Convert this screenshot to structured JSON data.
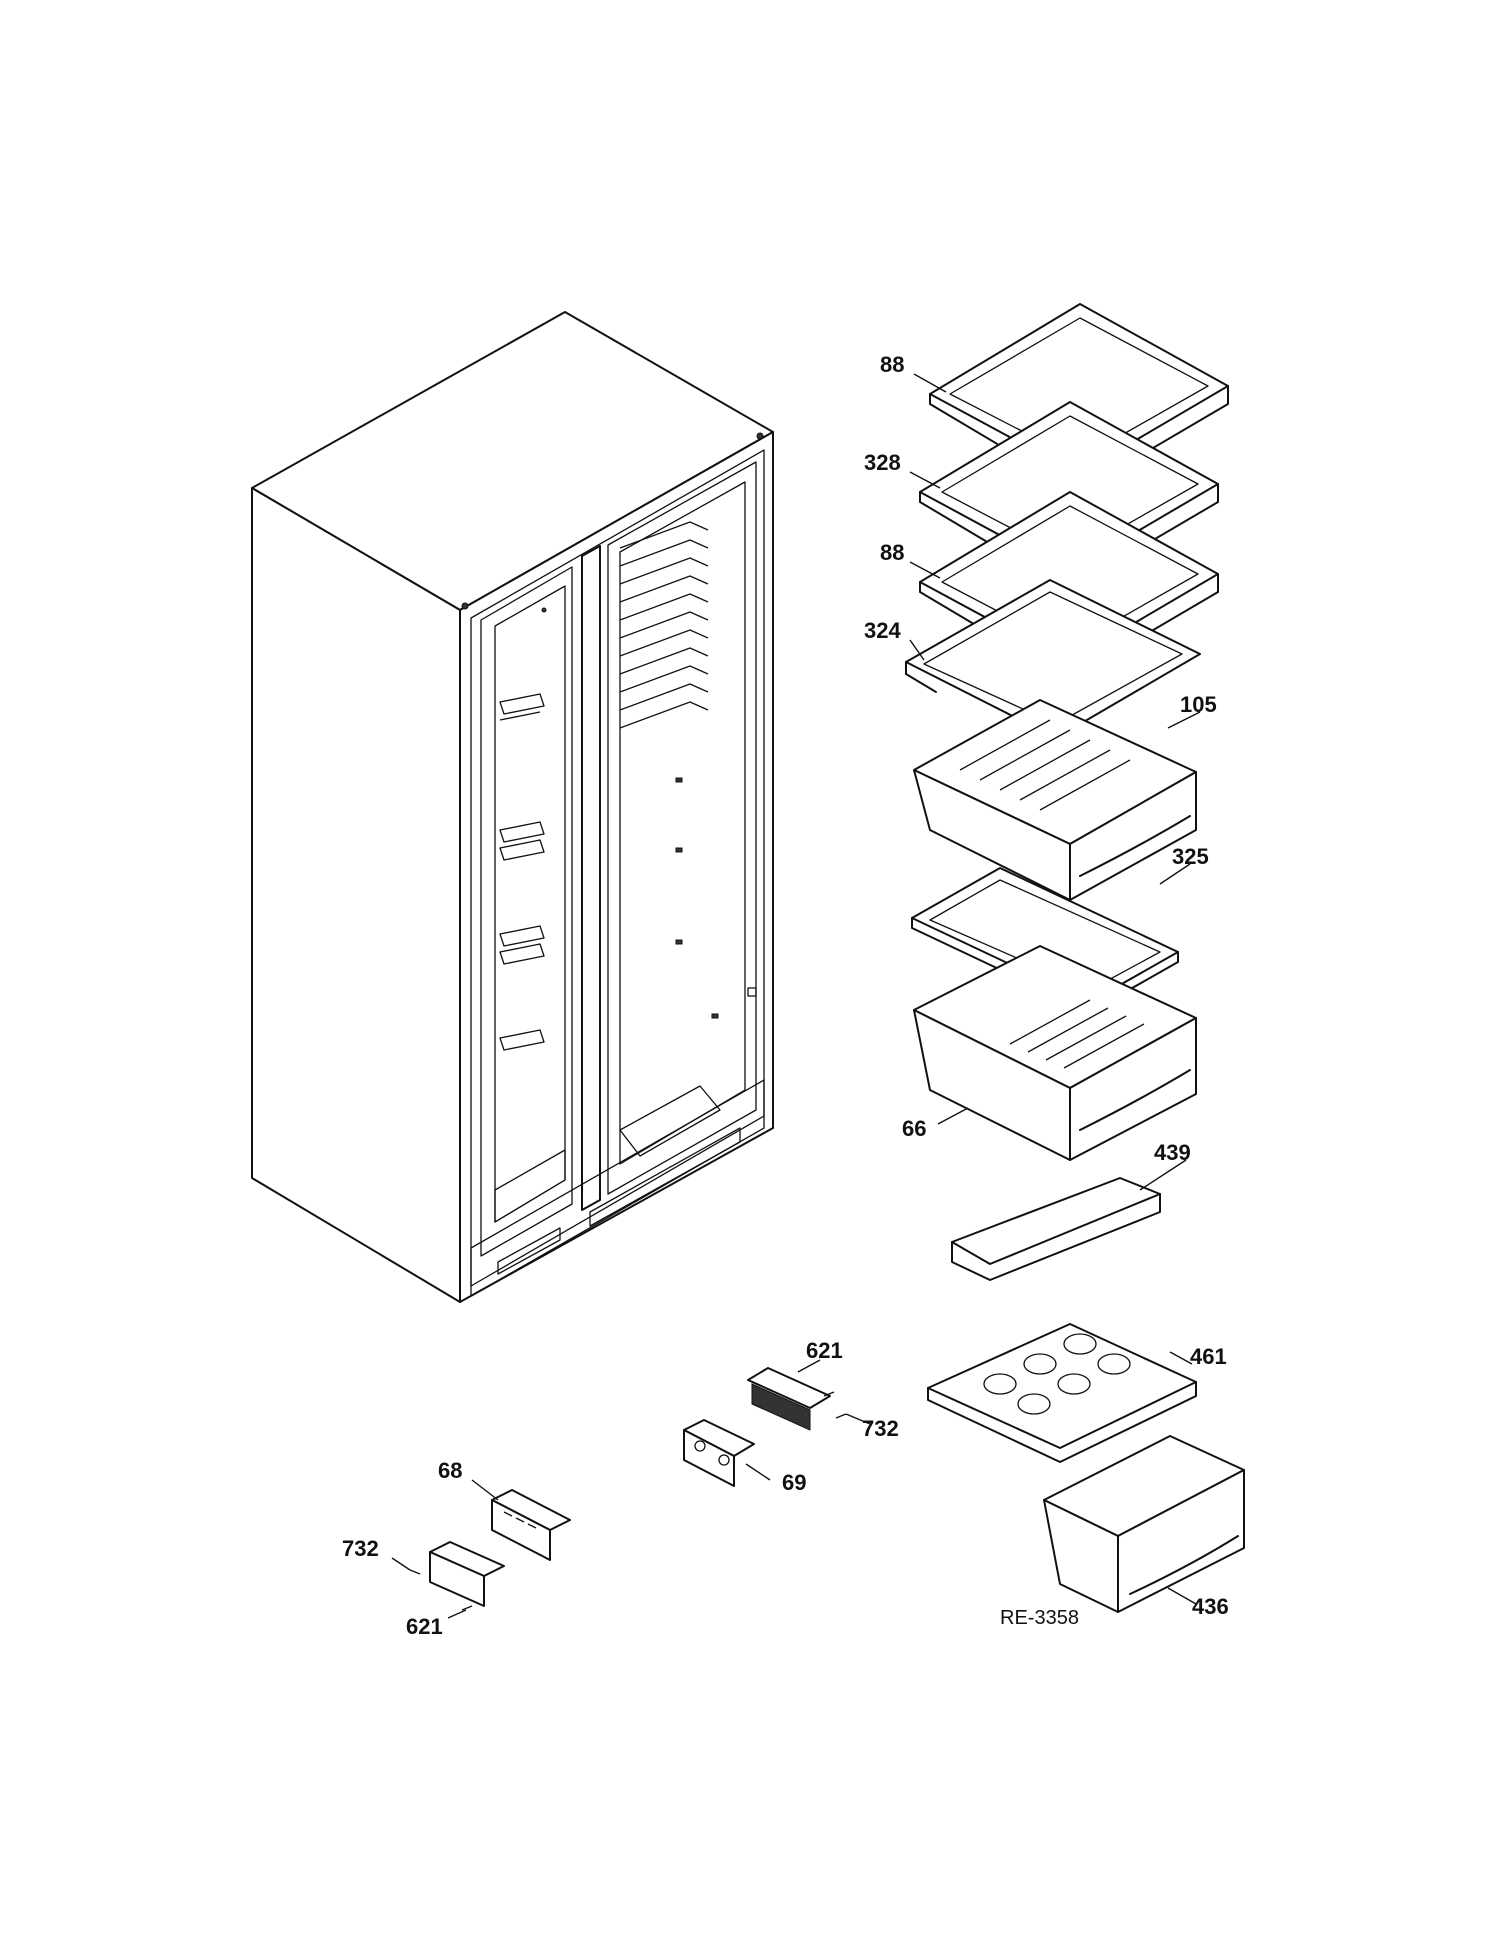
{
  "diagram": {
    "reference": "RE-3358",
    "callouts": {
      "shelf_top": "88",
      "shelf_2": "328",
      "shelf_3": "88",
      "shelf_4": "324",
      "pan_upper": "105",
      "cover_frame": "325",
      "pan_lower": "66",
      "pan_cover": "439",
      "egg_tray": "461",
      "snack_drawer": "436",
      "grille_right": "621",
      "screw_right": "732",
      "grille_bracket_right": "69",
      "grille_bracket_left": "68",
      "screw_left": "732",
      "grille_left": "621"
    }
  }
}
